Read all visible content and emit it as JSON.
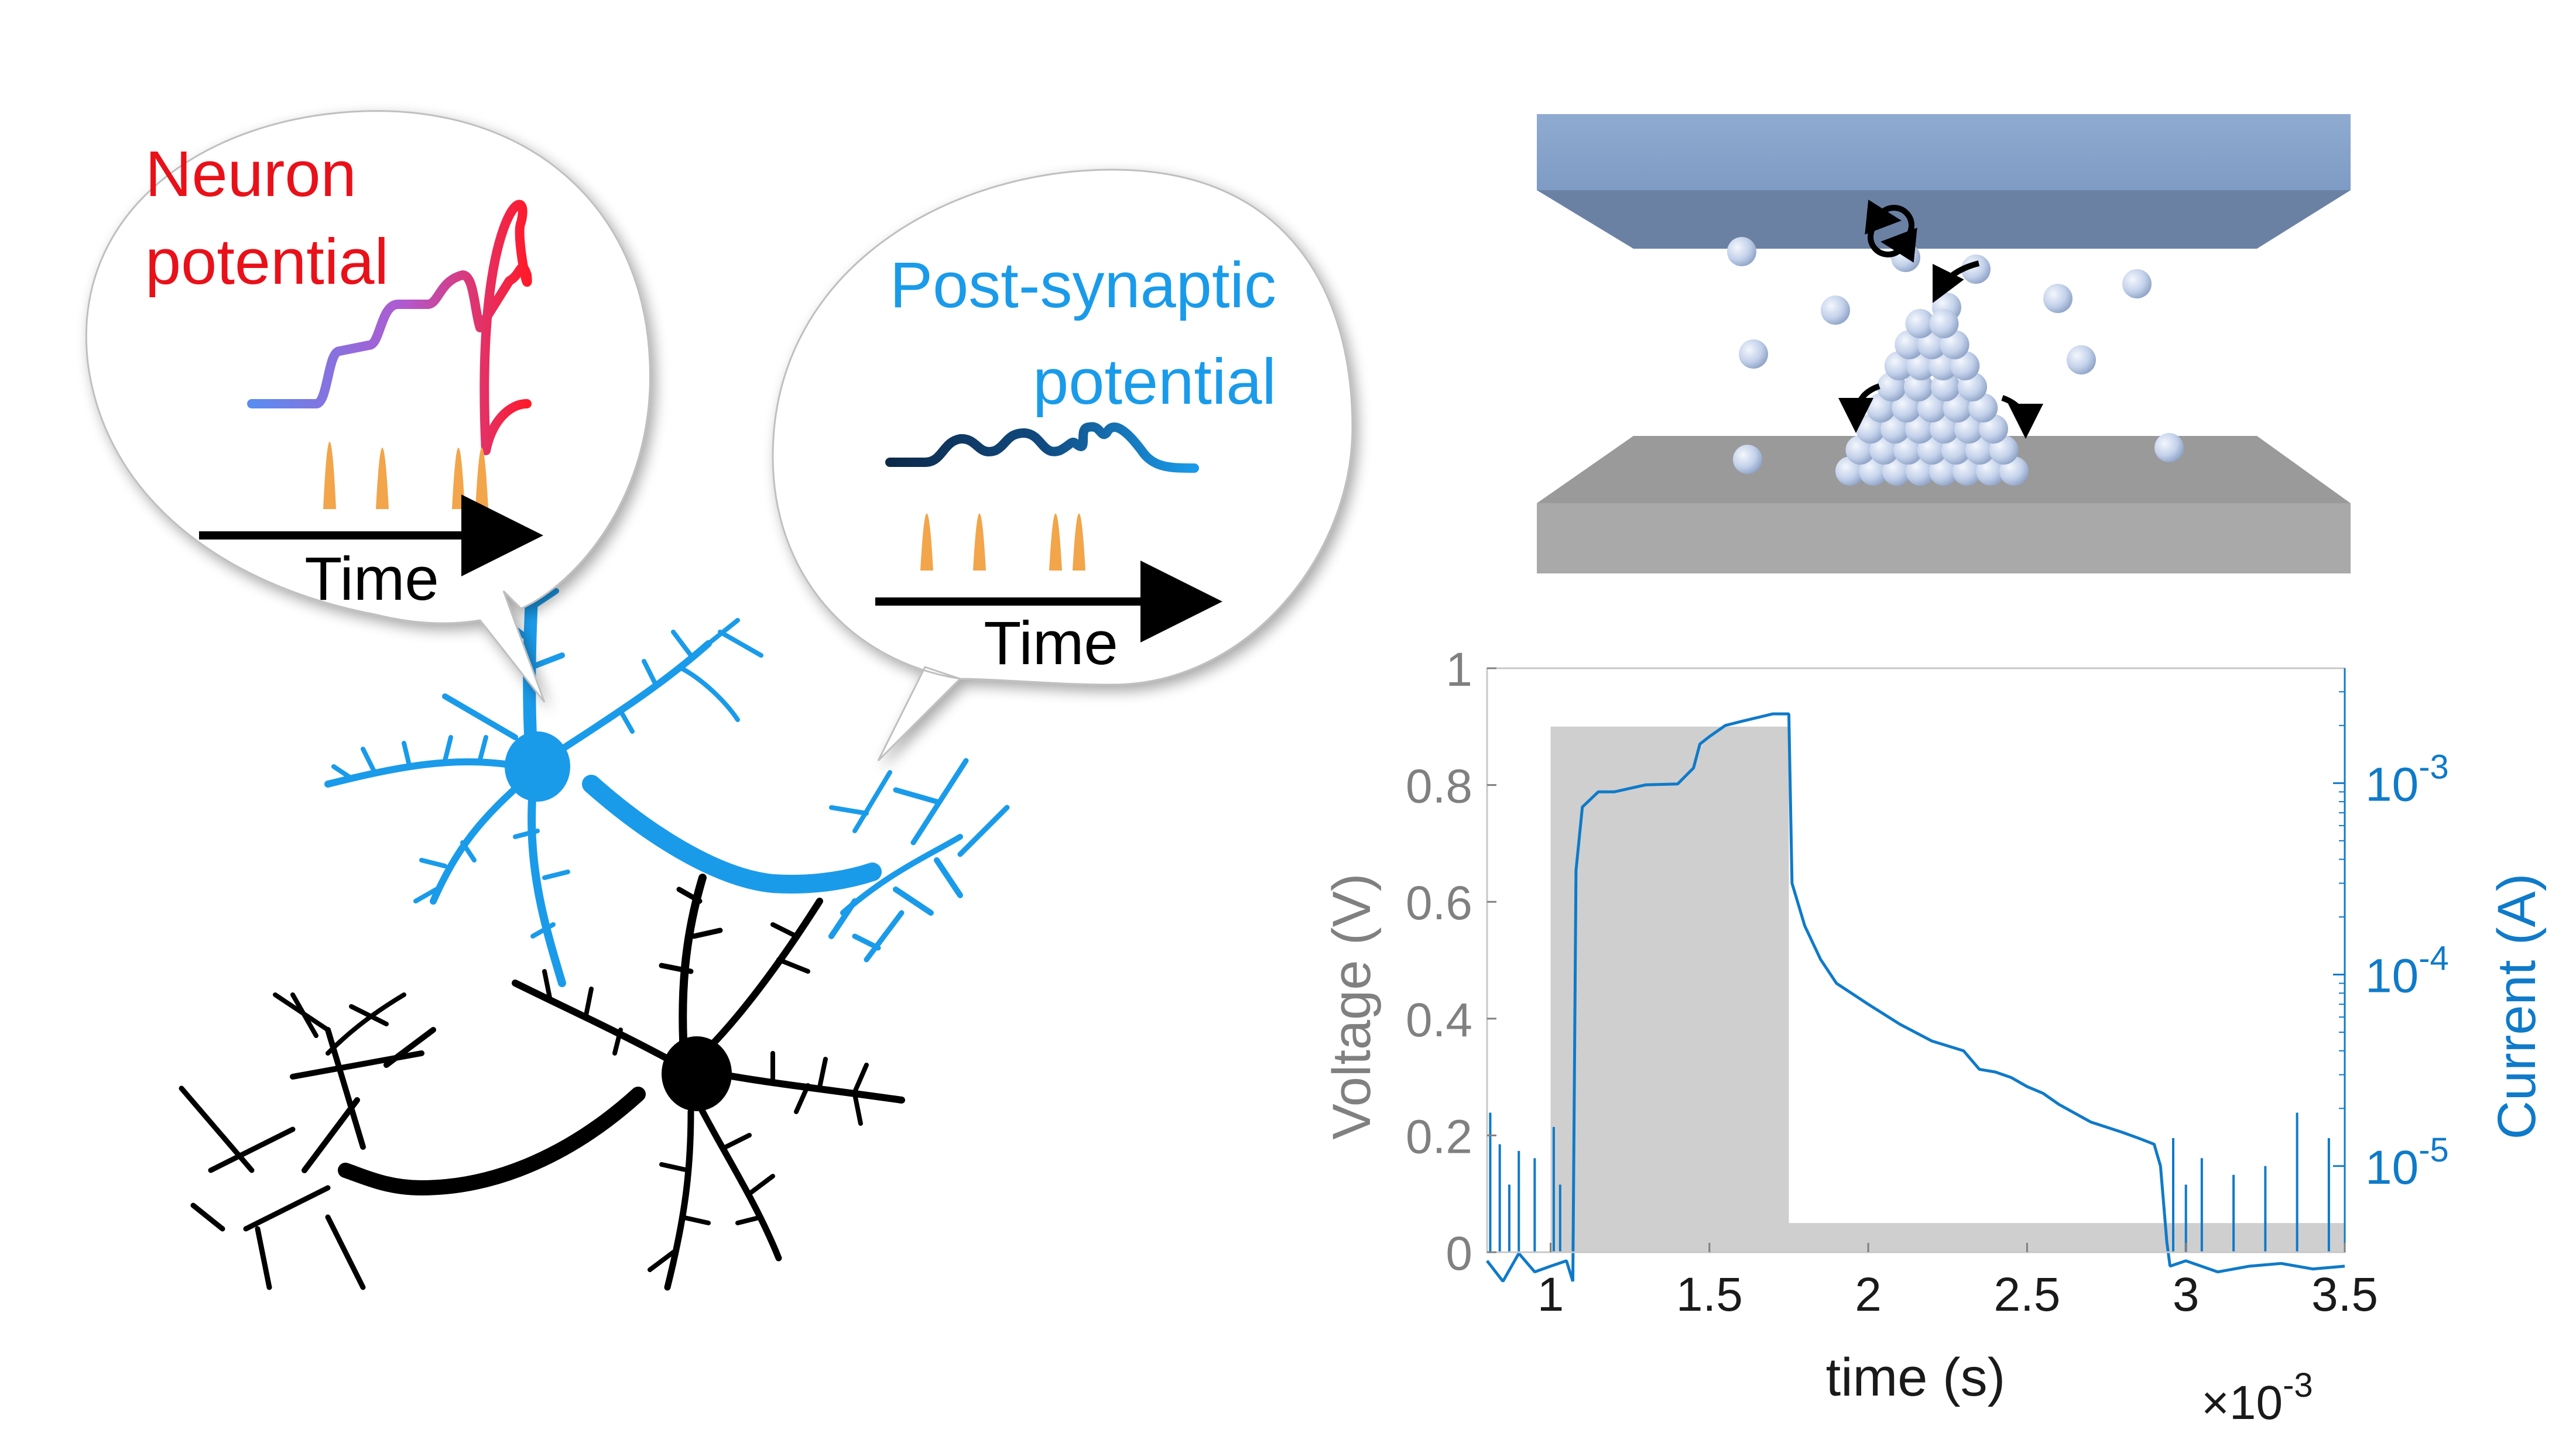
{
  "left_panel": {
    "neuron_bubble": {
      "title_line1": "Neuron",
      "title_line2": "potential",
      "time_label": "Time",
      "title_color": "#e8111a",
      "trace_gradient": [
        "#5a8cf0",
        "#b05ad0",
        "#ff1a2a"
      ]
    },
    "synapse_bubble": {
      "title_line1": "Post-synaptic",
      "title_line2": "potential",
      "time_label": "Time",
      "title_color": "#1a9bea",
      "trace_gradient": [
        "#0d2a4a",
        "#1a9bea"
      ]
    },
    "spike_color": "#f2a54a",
    "blue_neuron_color": "#1a9bea",
    "black_neuron_color": "#000000"
  },
  "device_panel": {
    "top_electrode_color": "#8aa7cb",
    "bottom_electrode_color": "#a9a9a9",
    "particle_color": "#c9d6ea",
    "arrow_icon": "rotate-arrows-icon"
  },
  "chart_data": {
    "type": "line",
    "xlabel": "time (s)",
    "x_multiplier_label": "×10",
    "x_multiplier_exp": "-3",
    "ylabel_left": "Voltage (V)",
    "ylabel_right": "Current (A)",
    "xlim": [
      0.8,
      3.5
    ],
    "ylim_left": [
      0,
      1
    ],
    "ylim_right_log10": [
      -5.45,
      -2.4
    ],
    "x_ticks": [
      "1",
      "1.5",
      "2",
      "2.5",
      "3",
      "3.5"
    ],
    "x_tick_values": [
      1,
      1.5,
      2,
      2.5,
      3,
      3.5
    ],
    "y_left_ticks": [
      "0",
      "0.2",
      "0.4",
      "0.6",
      "0.8",
      "1"
    ],
    "y_left_tick_values": [
      0,
      0.2,
      0.4,
      0.6,
      0.8,
      1
    ],
    "y_right_ticks": [
      {
        "base": "10",
        "exp": "-3",
        "log10": -3
      },
      {
        "base": "10",
        "exp": "-4",
        "log10": -4
      },
      {
        "base": "10",
        "exp": "-5",
        "log10": -5
      }
    ],
    "voltage_color": "#cfcfcf",
    "current_color": "#0f7ac9",
    "left_axis_color": "#808080",
    "series": [
      {
        "name": "Voltage",
        "axis": "left",
        "x": [
          0.8,
          1.0,
          1.0,
          1.75,
          1.75,
          3.5
        ],
        "y": [
          0,
          0,
          0.9,
          0.9,
          0.05,
          0.05
        ]
      },
      {
        "name": "Current",
        "axis": "right",
        "x": [
          0.8,
          0.85,
          0.9,
          0.95,
          1.0,
          1.05,
          1.07,
          1.08,
          1.1,
          1.15,
          1.2,
          1.3,
          1.4,
          1.45,
          1.47,
          1.5,
          1.55,
          1.6,
          1.7,
          1.75,
          1.76,
          1.8,
          1.85,
          1.9,
          2.0,
          2.1,
          2.2,
          2.3,
          2.35,
          2.4,
          2.45,
          2.5,
          2.55,
          2.6,
          2.7,
          2.8,
          2.85,
          2.9,
          2.92,
          2.94,
          2.95,
          3.0,
          3.1,
          3.2,
          3.3,
          3.4,
          3.5
        ],
        "y": [
          3.2e-06,
          2.5e-06,
          3.5e-06,
          2.8e-06,
          3e-06,
          3.2e-06,
          2.5e-06,
          0.00035,
          0.00075,
          0.0009,
          0.0009,
          0.00098,
          0.00099,
          0.0012,
          0.0016,
          0.00175,
          0.002,
          0.0021,
          0.0023,
          0.0023,
          0.0003,
          0.00018,
          0.00012,
          9e-05,
          7e-05,
          5.5e-05,
          4.5e-05,
          4e-05,
          3.2e-05,
          3.1e-05,
          2.9e-05,
          2.6e-05,
          2.4e-05,
          2.1e-05,
          1.7e-05,
          1.5e-05,
          1.4e-05,
          1.3e-05,
          1e-05,
          4e-06,
          3e-06,
          3.2e-06,
          2.8e-06,
          3e-06,
          3.1e-06,
          2.9e-06,
          3e-06
        ]
      }
    ],
    "noise_spikes": [
      {
        "x": 0.81,
        "y": 1.9e-05
      },
      {
        "x": 0.84,
        "y": 1.3e-05
      },
      {
        "x": 0.87,
        "y": 8e-06
      },
      {
        "x": 0.9,
        "y": 1.2e-05
      },
      {
        "x": 0.95,
        "y": 1.1e-05
      },
      {
        "x": 1.01,
        "y": 1.6e-05
      },
      {
        "x": 1.03,
        "y": 8e-06
      },
      {
        "x": 2.96,
        "y": 1.4e-05
      },
      {
        "x": 3.0,
        "y": 8e-06
      },
      {
        "x": 3.05,
        "y": 1.1e-05
      },
      {
        "x": 3.15,
        "y": 9e-06
      },
      {
        "x": 3.25,
        "y": 1e-05
      },
      {
        "x": 3.35,
        "y": 1.9e-05
      },
      {
        "x": 3.45,
        "y": 1.4e-05
      }
    ]
  }
}
